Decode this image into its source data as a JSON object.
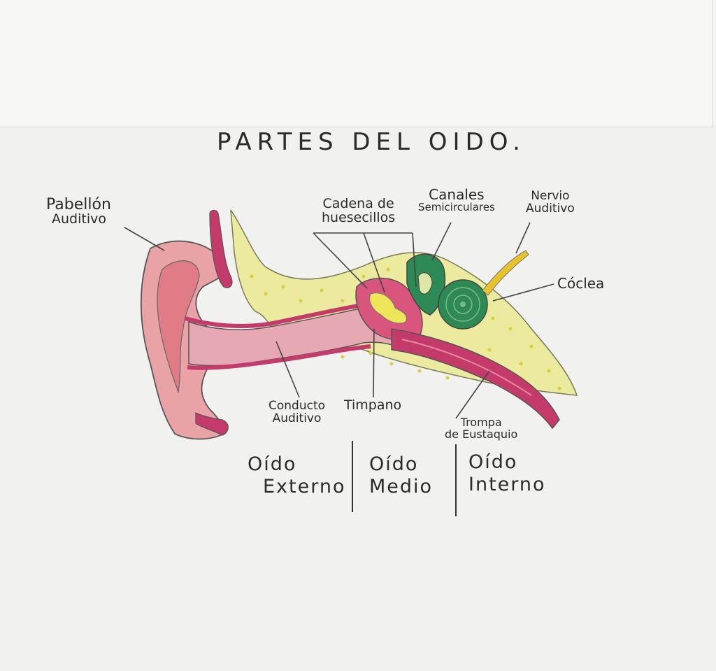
{
  "title": "PARTES DEL OIDO.",
  "labels": {
    "pabellon": [
      "Pabellón",
      "Auditivo"
    ],
    "cadena": [
      "Cadena de",
      "huesecillos"
    ],
    "canales": [
      "Canales",
      "Semicirculares"
    ],
    "nervio": [
      "Nervio",
      "Auditivo"
    ],
    "coclea": "Cóclea",
    "conducto": [
      "Conducto",
      "Auditivo"
    ],
    "timpano": "Timpano",
    "trompa": [
      "Trompa",
      "de Eustaquio"
    ]
  },
  "sections": {
    "externo": [
      "Oído",
      "Externo"
    ],
    "medio": [
      "Oído",
      "Medio"
    ],
    "interno": [
      "Oído",
      "Interno"
    ]
  },
  "colors": {
    "pinna": "#e9a2a6",
    "canal": "#c43a6a",
    "bone": "#ecea9e",
    "cochlea": "#2e8a55",
    "nerve": "#e8c22a"
  }
}
